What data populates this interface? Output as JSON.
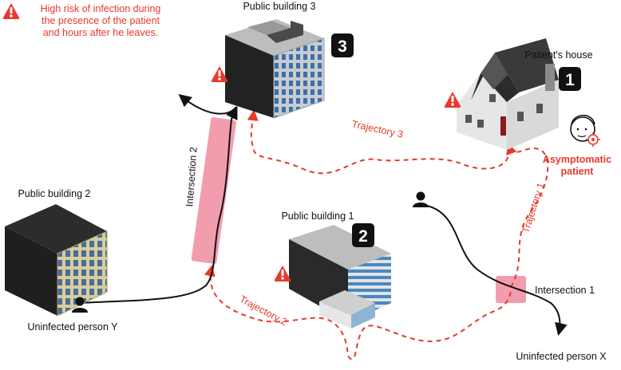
{
  "legend": {
    "icon": "warning-icon",
    "lines": [
      "High risk of infection during",
      "the presence of the patient",
      "and hours after he leaves."
    ]
  },
  "places": {
    "building3": {
      "label": "Public building 3",
      "number": "3"
    },
    "house": {
      "label": "Patient's house",
      "number": "1"
    },
    "building2": {
      "label": "Public building 2"
    },
    "building1": {
      "label": "Public building 1",
      "number": "2"
    }
  },
  "patient": {
    "lines": [
      "Asymptomatic",
      "patient"
    ],
    "icon": "virus-icon"
  },
  "people": {
    "y": {
      "label": "Uninfected person Y",
      "icon": "person-icon"
    },
    "x": {
      "label": "Uninfected person X",
      "icon": "person-icon"
    }
  },
  "paths": {
    "trajectory1": "Trajectory 1",
    "trajectory2": "Trajectory 2",
    "trajectory3": "Trajectory 3",
    "intersection1": "Intersection 1",
    "intersection2": "Intersection 2"
  },
  "colors": {
    "trajectory": "#e8392d",
    "warning": "#e8392d",
    "intersection": "#f08ca0",
    "person_path": "#000000"
  }
}
